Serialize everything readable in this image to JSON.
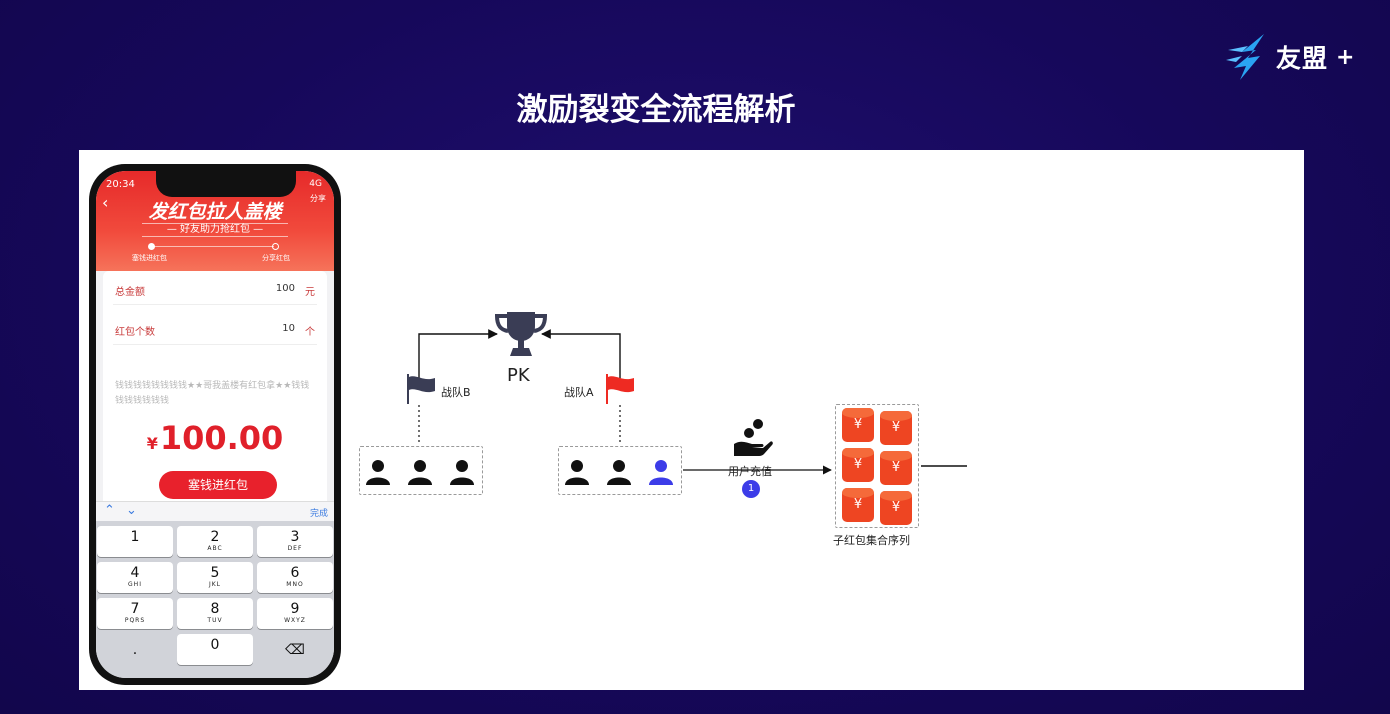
{
  "brand": {
    "name": "友盟",
    "plus": "+"
  },
  "slide": {
    "title": "激励裂变全流程解析"
  },
  "phone": {
    "status": {
      "time": "20:34",
      "signal": "4G"
    },
    "banner": {
      "title": "发红包拉人盖楼",
      "subtitle": "— 好友助力抢红包 —",
      "share": "分享"
    },
    "steps": [
      "塞钱进红包",
      "分享红包"
    ],
    "form": {
      "total_label": "总金额",
      "total_value": "100",
      "total_unit": "元",
      "count_label": "红包个数",
      "count_value": "10",
      "count_unit": "个",
      "wish": "钱钱钱钱钱钱钱钱★★哥我盖楼有红包拿★★钱钱钱钱钱钱钱钱"
    },
    "amount": {
      "currency": "¥",
      "value": "100.00"
    },
    "pay_button": "塞钱进红包",
    "keyboard": {
      "done": "完成",
      "keys": [
        {
          "num": "1",
          "sub": ""
        },
        {
          "num": "2",
          "sub": "ABC"
        },
        {
          "num": "3",
          "sub": "DEF"
        },
        {
          "num": "4",
          "sub": "GHI"
        },
        {
          "num": "5",
          "sub": "JKL"
        },
        {
          "num": "6",
          "sub": "MNO"
        },
        {
          "num": "7",
          "sub": "PQRS"
        },
        {
          "num": "8",
          "sub": "TUV"
        },
        {
          "num": "9",
          "sub": "WXYZ"
        },
        {
          "num": ".",
          "sub": ""
        },
        {
          "num": "0",
          "sub": ""
        },
        {
          "num": "⌫",
          "sub": ""
        }
      ]
    }
  },
  "diagram": {
    "pk": "PK",
    "team_b": "战队B",
    "team_a": "战队A",
    "recharge": "用户充值",
    "step_badge": "1",
    "envelope_symbol": "¥",
    "envelope_set": "子红包集合序列",
    "colors": {
      "flag_b": "#3a3d55",
      "flag_a": "#ee2a22",
      "highlight_user": "#3c3ce8",
      "trophy": "#3a3d55"
    }
  }
}
